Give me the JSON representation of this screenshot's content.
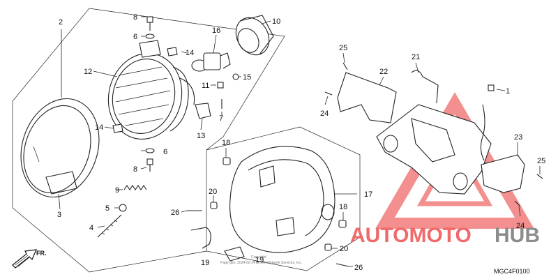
{
  "diagram": {
    "callouts": [
      "1",
      "2",
      "3",
      "4",
      "5",
      "6",
      "6",
      "7",
      "8",
      "8",
      "9",
      "10",
      "11",
      "12",
      "13",
      "14",
      "14",
      "15",
      "16",
      "17",
      "18",
      "18",
      "19",
      "19",
      "20",
      "20",
      "21",
      "22",
      "23",
      "24",
      "24",
      "25",
      "25",
      "26",
      "26"
    ],
    "reference_code": "MGC4F0100",
    "direction_label": "FR.",
    "copyright_line1": "Copyright",
    "copyright_line2": "Page gen. 2024-02-24 by ARI Network Services, Inc.",
    "watermark": {
      "part1": "AUTOMOTO",
      "part2": "HUB"
    }
  },
  "colors": {
    "watermark_red": "#f06a6a",
    "watermark_gray": "#8c8c8c",
    "line": "#222222"
  }
}
